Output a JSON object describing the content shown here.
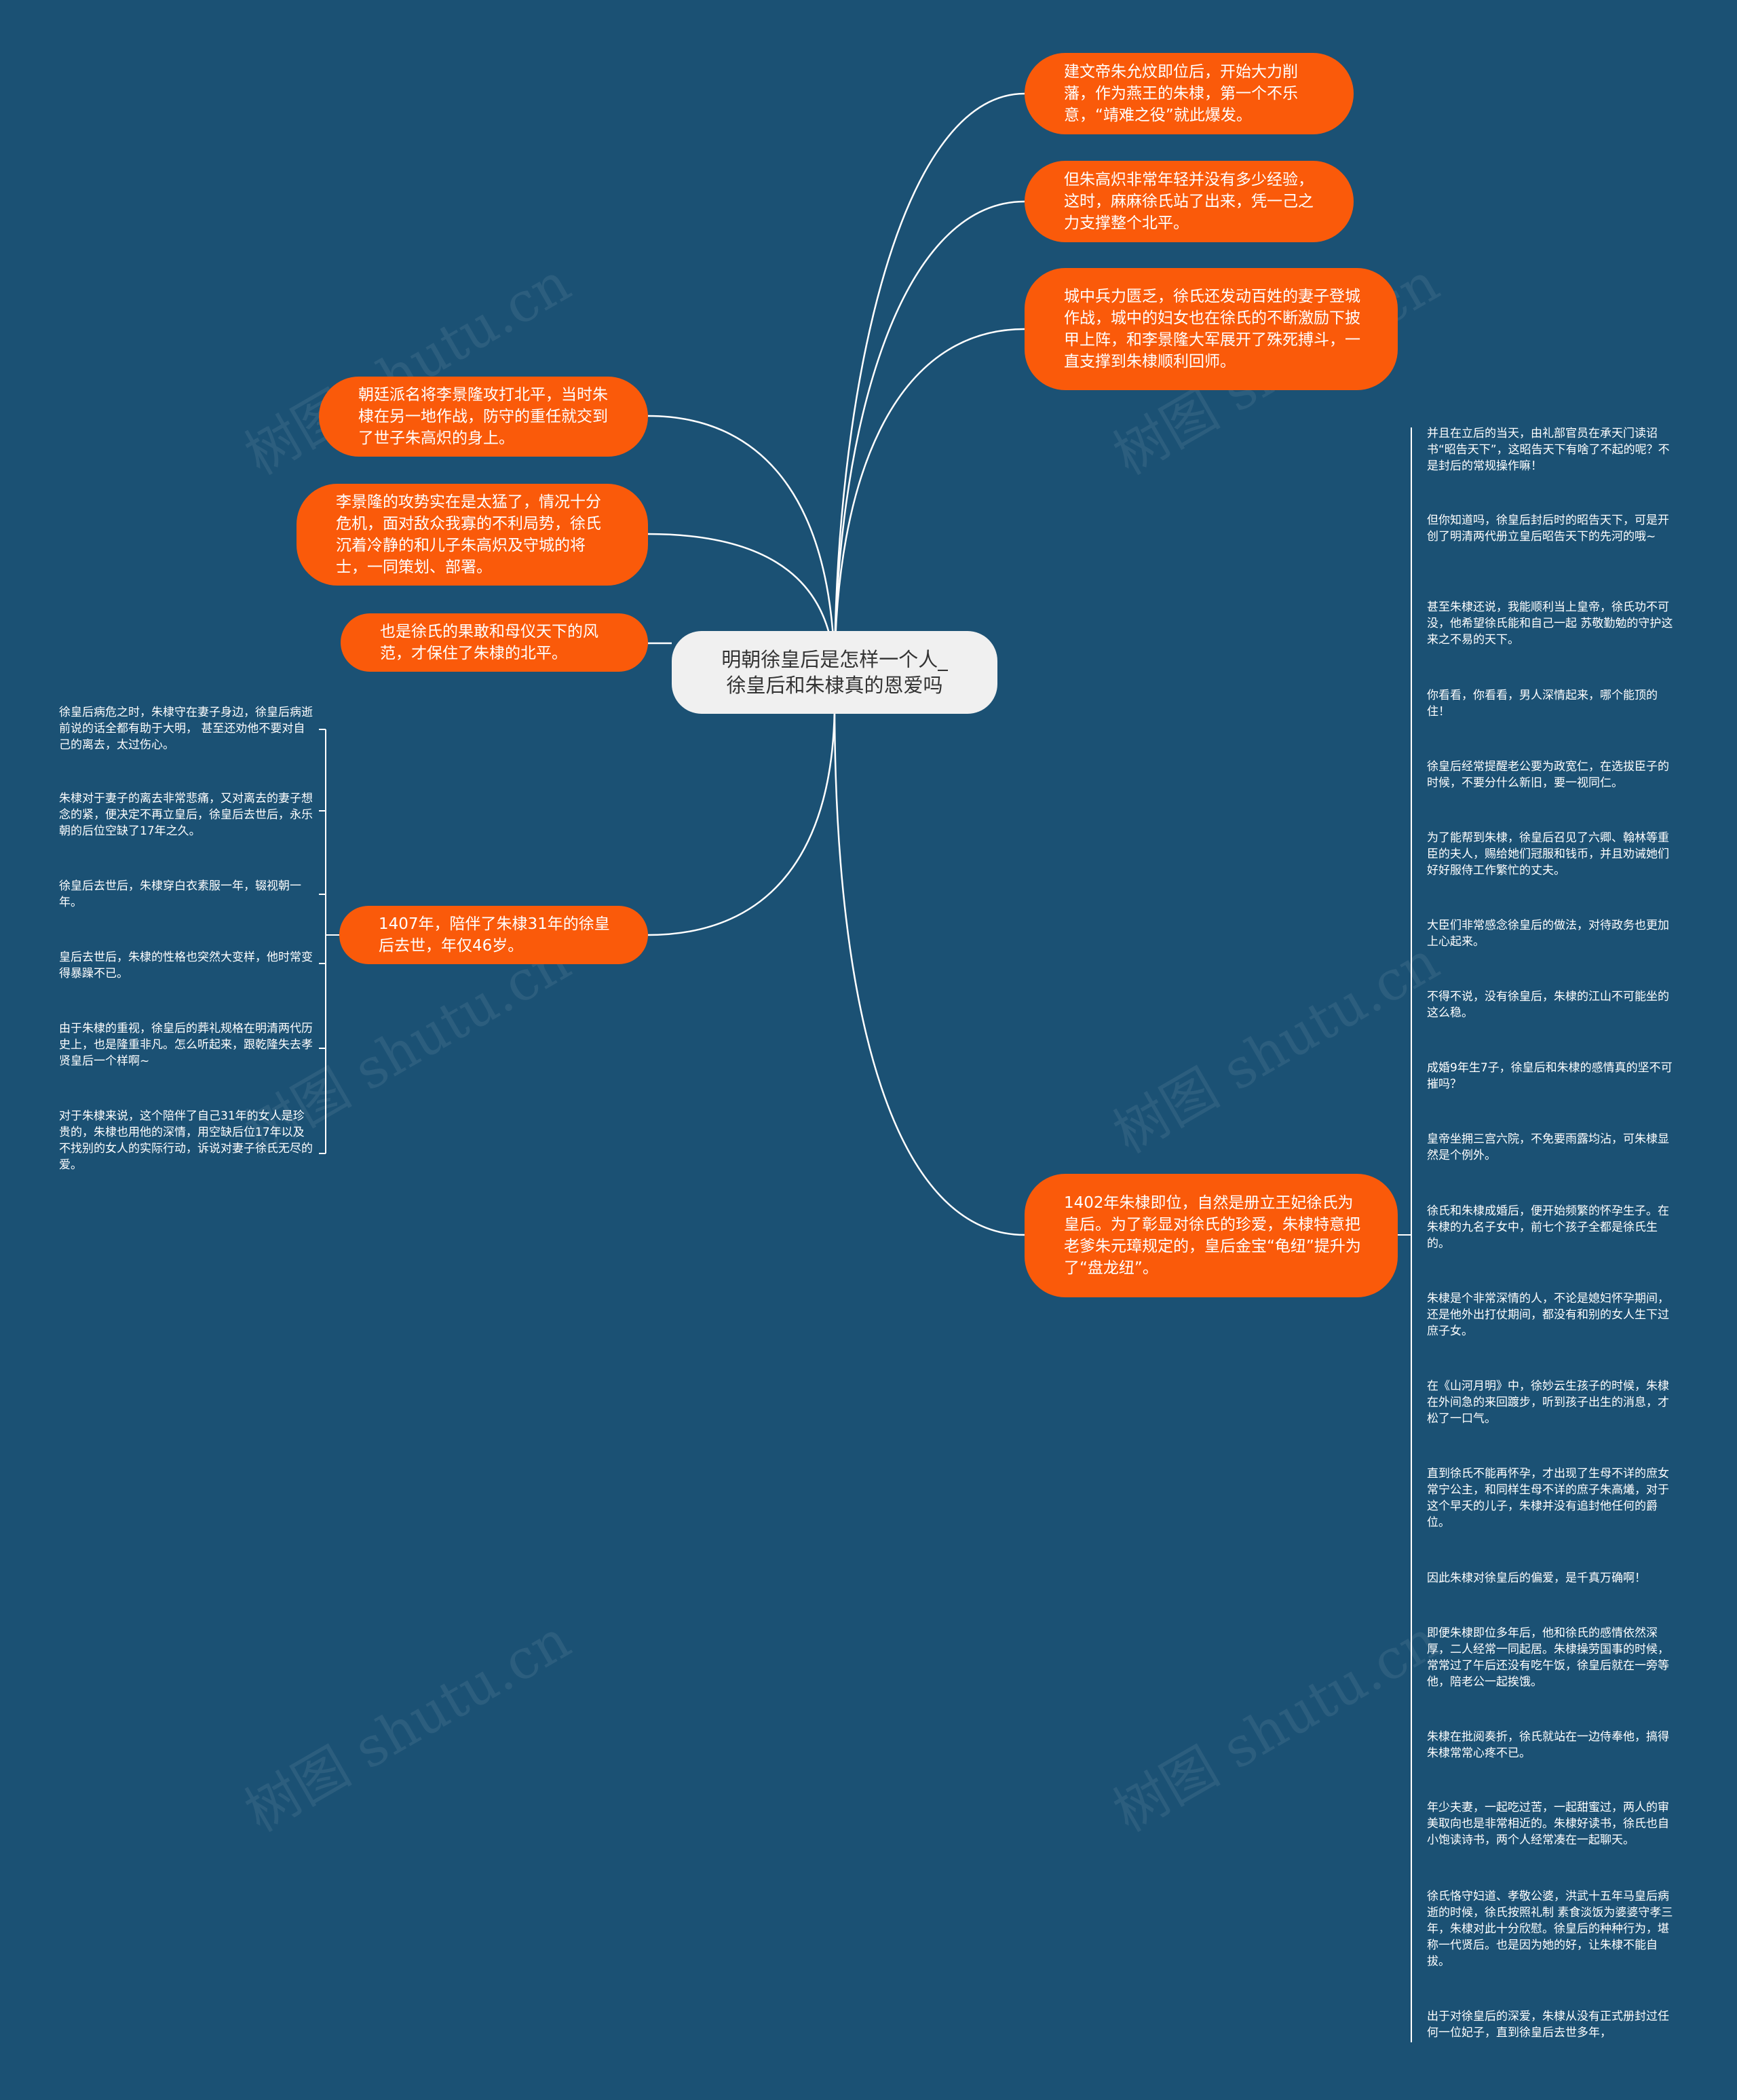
{
  "colors": {
    "background": "#1b5174",
    "branch_fill": "#fa5a0a",
    "center_fill": "#f0f0f0",
    "line": "#ffffff"
  },
  "watermark": "树图 shutu.cn",
  "center": {
    "line1": "明朝徐皇后是怎样一个人_",
    "line2": "徐皇后和朱棣真的恩爱吗"
  },
  "branches": {
    "right_1": "建文帝朱允炆即位后，开始大力削藩，作为燕王的朱棣，第一个不乐意，“靖难之役”就此爆发。",
    "right_2": "但朱高炽非常年轻并没有多少经验，这时，麻麻徐氏站了出来，凭一己之力支撑整个北平。",
    "right_3": "城中兵力匮乏，徐氏还发动百姓的妻子登城作战，城中的妇女也在徐氏的不断激励下披甲上阵，和李景隆大军展开了殊死搏斗，一直支撑到朱棣顺利回师。",
    "left_1": "朝廷派名将李景隆攻打北平，当时朱棣在另一地作战，防守的重任就交到了世子朱高炽的身上。",
    "left_2": "李景隆的攻势实在是太猛了，情况十分危机，面对敌众我寡的不利局势，徐氏沉着冷静的和儿子朱高炽及守城的将士，一同策划、部署。",
    "left_3": "也是徐氏的果敢和母仪天下的风范，才保住了朱棣的北平。",
    "left_4": "1407年，陪伴了朱棣31年的徐皇后去世，年仅46岁。",
    "right_4": "1402年朱棣即位，自然是册立王妃徐氏为皇后。为了彰显对徐氏的珍爱，朱棣特意把老爹朱元璋规定的，皇后金宝“龟纽”提升为了“盘龙纽”。"
  },
  "left_leaves": [
    "徐皇后病危之时，朱棣守在妻子身边，徐皇后病逝前说的话全都有助于大明， 甚至还劝他不要对自己的离去，太过伤心。",
    "朱棣对于妻子的离去非常悲痛，又对离去的妻子想念的紧，便决定不再立皇后，徐皇后去世后，永乐朝的后位空缺了17年之久。",
    "徐皇后去世后，朱棣穿白衣素服一年，辍视朝一年。",
    "皇后去世后，朱棣的性格也突然大变样，他时常变得暴躁不已。",
    "由于朱棣的重视，徐皇后的葬礼规格在明清两代历史上，也是隆重非凡。怎么听起来，跟乾隆失去孝贤皇后一个样啊~",
    "对于朱棣来说，这个陪伴了自己31年的女人是珍贵的，朱棣也用他的深情，用空缺后位17年以及不找别的女人的实际行动，诉说对妻子徐氏无尽的爱。"
  ],
  "right_leaves": [
    "并且在立后的当天，由礼部官员在承天门读诏书“昭告天下”，这昭告天下有啥了不起的呢？不是封后的常规操作嘛！",
    "但你知道吗，徐皇后封后时的昭告天下，可是开创了明清两代册立皇后昭告天下的先河的哦~",
    "甚至朱棣还说，我能顺利当上皇帝，徐氏功不可没，他希望徐氏能和自己一起 苏敬勤勉的守护这来之不易的天下。",
    "你看看，你看看，男人深情起来，哪个能顶的住！",
    "徐皇后经常提醒老公要为政宽仁，在选拔臣子的时候，不要分什么新旧，要一视同仁。",
    "为了能帮到朱棣，徐皇后召见了六卿、翰林等重臣的夫人，赐给她们冠服和钱币，并且劝诫她们好好服侍工作繁忙的丈夫。",
    "大臣们非常感念徐皇后的做法，对待政务也更加上心起来。",
    "不得不说，没有徐皇后，朱棣的江山不可能坐的这么稳。",
    "成婚9年生7子，徐皇后和朱棣的感情真的坚不可摧吗？",
    "皇帝坐拥三宫六院，不免要雨露均沾，可朱棣显然是个例外。",
    "徐氏和朱棣成婚后，便开始频繁的怀孕生子。在朱棣的九名子女中，前七个孩子全都是徐氏生的。",
    "朱棣是个非常深情的人，不论是媳妇怀孕期间，还是他外出打仗期间，都没有和别的女人生下过庶子女。",
    "在《山河月明》中，徐妙云生孩子的时候，朱棣在外间急的来回踱步，听到孩子出生的消息，才松了一口气。",
    "直到徐氏不能再怀孕，才出现了生母不详的庶女常宁公主，和同样生母不详的庶子朱高爔，对于这个早夭的儿子，朱棣并没有追封他任何的爵位。",
    "因此朱棣对徐皇后的偏爱，是千真万确啊！",
    "即便朱棣即位多年后，他和徐氏的感情依然深厚，二人经常一同起居。朱棣操劳国事的时候，常常过了午后还没有吃午饭，徐皇后就在一旁等他，陪老公一起挨饿。",
    "朱棣在批阅奏折，徐氏就站在一边侍奉他，搞得朱棣常常心疼不已。",
    "年少夫妻，一起吃过苦，一起甜蜜过，两人的审美取向也是非常相近的。朱棣好读书，徐氏也自小饱读诗书，两个人经常凑在一起聊天。",
    "徐氏恪守妇道、孝敬公婆，洪武十五年马皇后病逝的时候，徐氏按照礼制 素食淡饭为婆婆守孝三年，朱棣对此十分欣慰。徐皇后的种种行为，堪称一代贤后。也是因为她的好，让朱棣不能自拔。",
    "出于对徐皇后的深爱，朱棣从没有正式册封过任何一位妃子，直到徐皇后去世多年，"
  ]
}
